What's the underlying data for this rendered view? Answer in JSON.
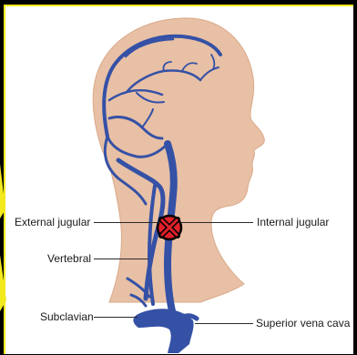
{
  "labels": {
    "external_jugular": "External jugular",
    "vertebral": "Vertebral",
    "subclavian": "Subclavian",
    "internal_jugular": "Internal jugular",
    "superior_vena_cava": "Superior vena cava"
  },
  "marker": {
    "icon": "blocked-x-icon",
    "color": "#e0202a"
  },
  "colors": {
    "skin": "#e8c0a5",
    "vein": "#3551a6",
    "frame": "#f2ea1c"
  }
}
